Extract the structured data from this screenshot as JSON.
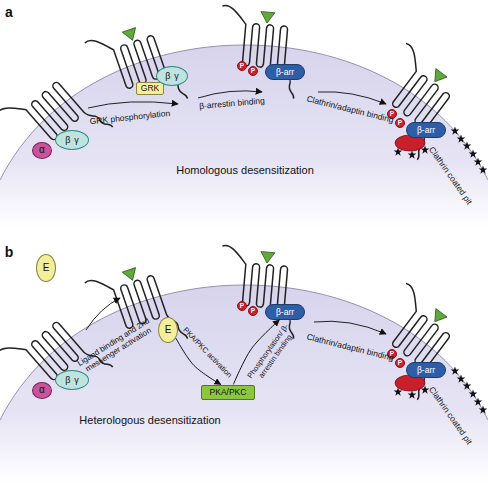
{
  "diagram": {
    "nodes": [
      {
        "text": [
          "α"
        ]
      },
      {
        "text": [
          "β",
          "γ"
        ]
      },
      {
        "text": [
          "GRK"
        ]
      },
      {
        "text": [
          "β",
          "γ"
        ]
      },
      {
        "text": [
          "P"
        ]
      },
      {
        "text": [
          "P"
        ]
      },
      {
        "text": [
          "β-arr"
        ]
      },
      {
        "text": [
          "P"
        ]
      },
      {
        "text": [
          "P"
        ]
      },
      {
        "text": [
          "β-arr"
        ]
      },
      {
        "text": [
          "E"
        ]
      },
      {
        "text": [
          "α"
        ]
      },
      {
        "text": [
          "β",
          "γ"
        ]
      },
      {
        "text": [
          "E"
        ]
      },
      {
        "text": [
          "PKA/PKC"
        ]
      },
      {
        "text": [
          "P"
        ]
      },
      {
        "text": [
          "P"
        ]
      },
      {
        "text": [
          "β-arr"
        ]
      },
      {
        "text": [
          "P"
        ]
      },
      {
        "text": [
          "P"
        ]
      },
      {
        "text": [
          "β-arr"
        ]
      }
    ],
    "edges": [
      {
        "from": 13,
        "to": 14,
        "label": "PKA/PKC activation",
        "arrow": "to"
      },
      {
        "from": 14,
        "to": 17,
        "label": "Phosphorylation/ β-arrestin binding",
        "arrow": "to"
      }
    ],
    "labels": [
      "a",
      "GRK phosphorylation",
      "β-arrestin binding",
      "Clathrin/adaptin binding",
      "Clathrin coated pit",
      "Homologous desensitization",
      "b",
      "Ligand binding and 2nd messenger activation",
      "Clathrin/adaptin binding",
      "Clathrin coated pit",
      "Heterologous desensitization"
    ]
  }
}
